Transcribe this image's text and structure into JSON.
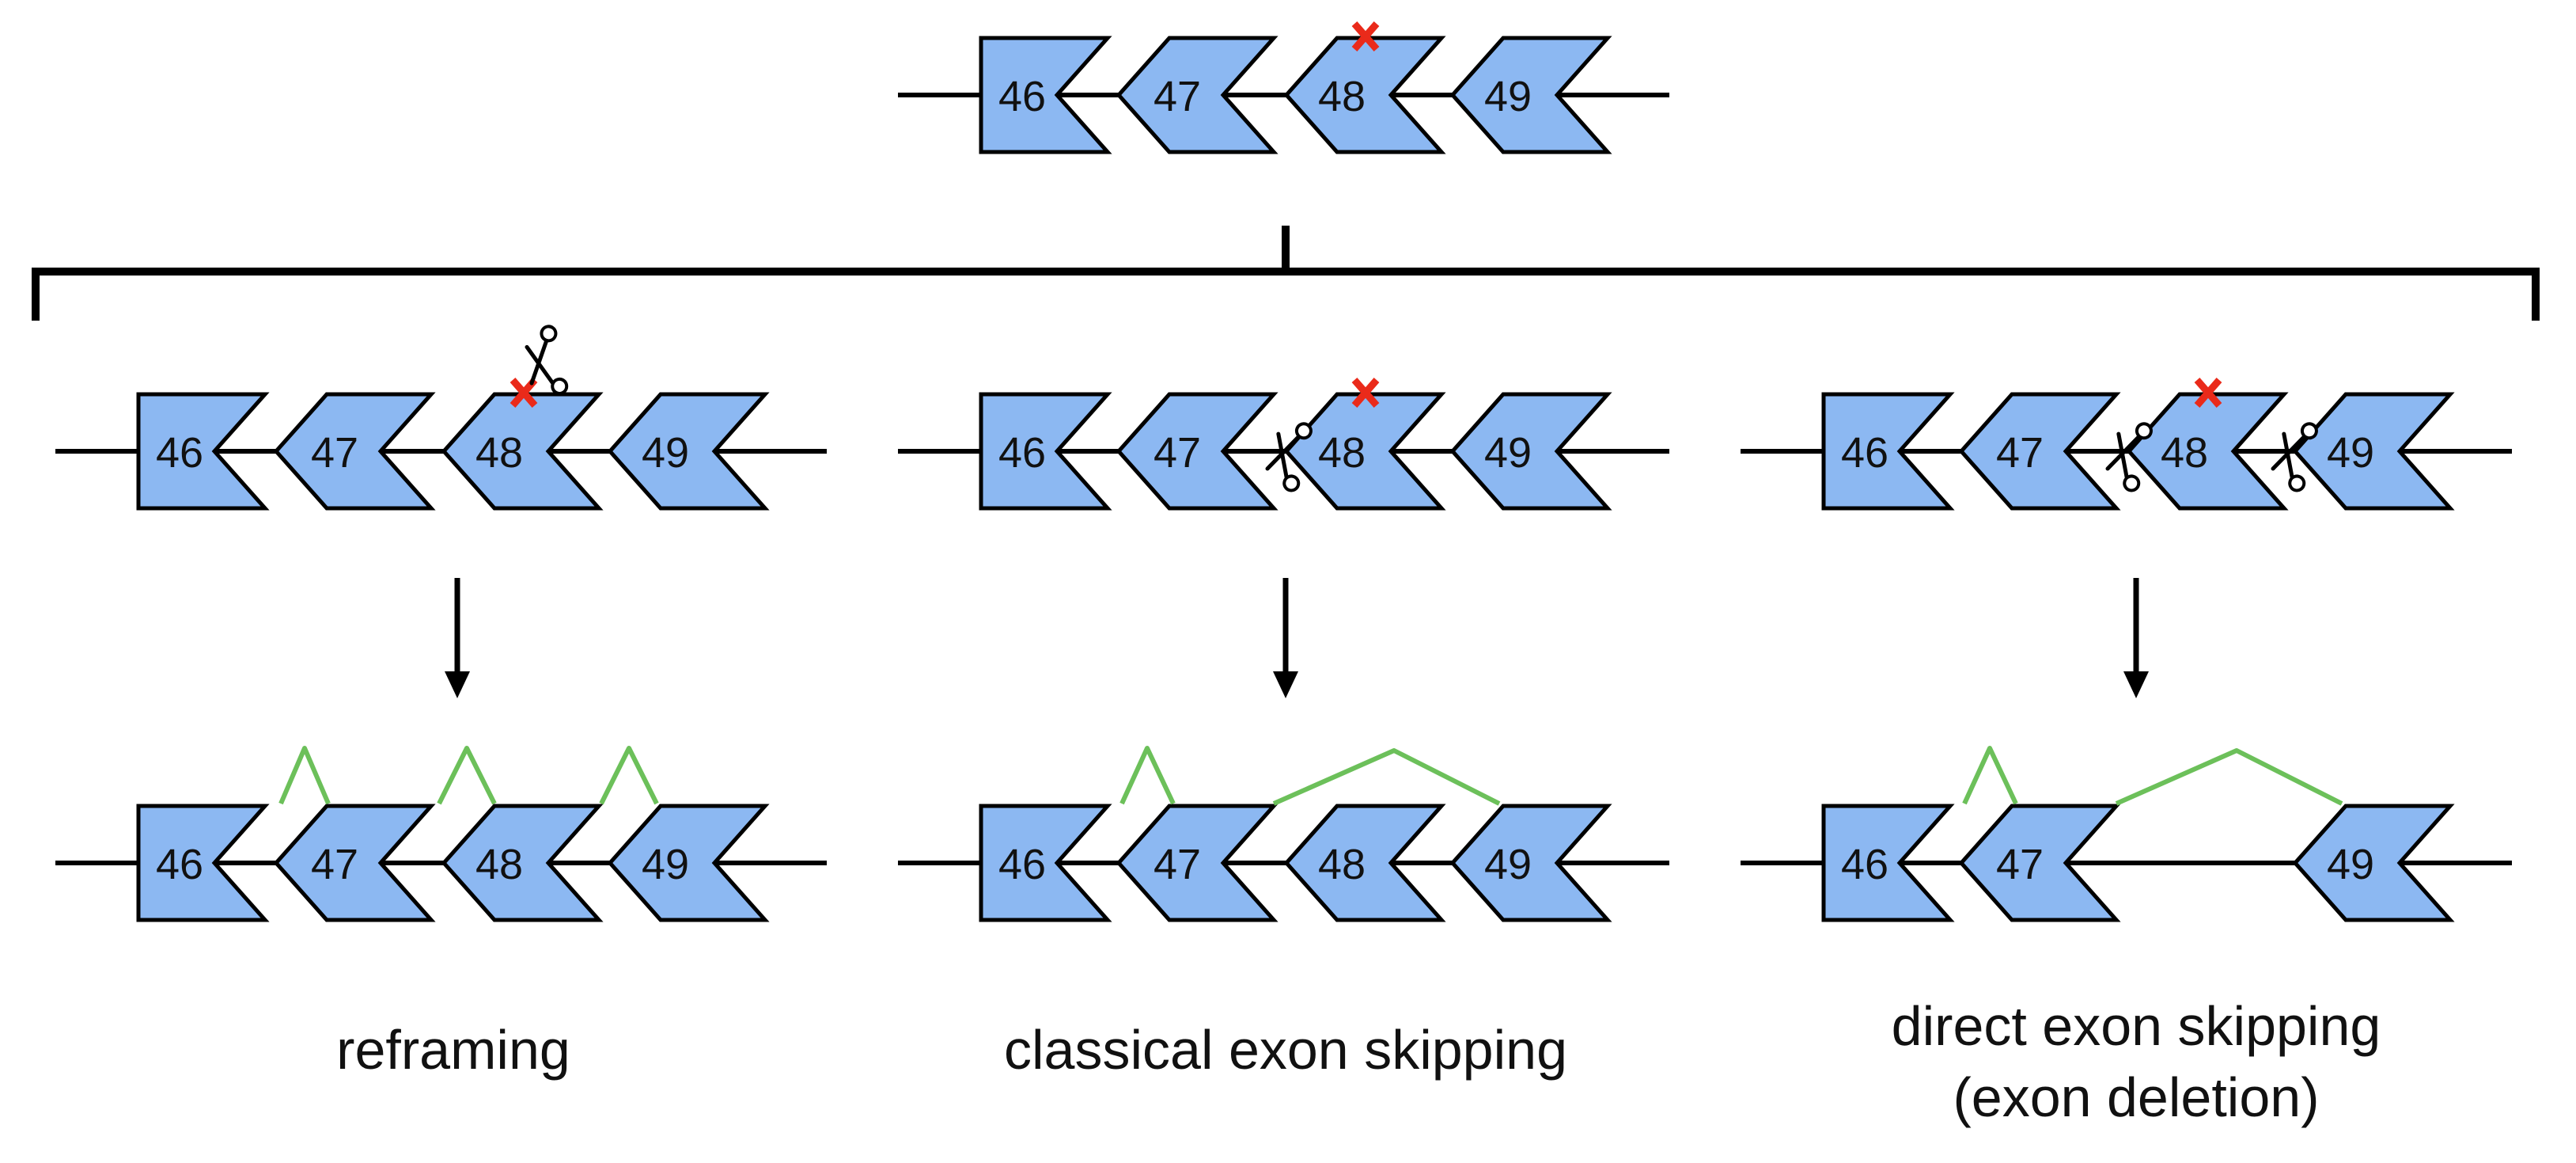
{
  "exon_numbers": [
    "46",
    "47",
    "48",
    "49"
  ],
  "captions": {
    "reframing": "reframing",
    "classical": "classical exon skipping",
    "direct_line1": "direct exon skipping",
    "direct_line2": "(exon deletion)"
  },
  "colors": {
    "exon_fill": "#8cb8f2",
    "splice_line": "#6cc05a",
    "mutation_mark": "#ea2a1a"
  },
  "icons": [
    "mutation-x-icon",
    "scissors-icon",
    "down-arrow-icon"
  ]
}
